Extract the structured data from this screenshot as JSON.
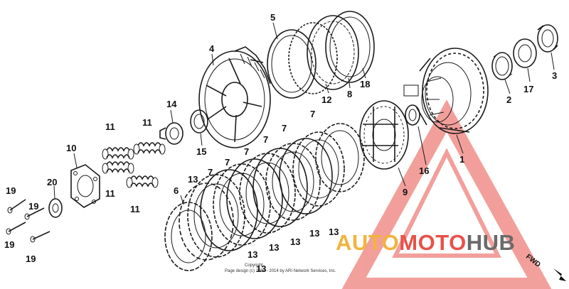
{
  "diagram": {
    "part_labels": {
      "p1": "1",
      "p2": "2",
      "p3": "3",
      "p4": "4",
      "p5": "5",
      "p6": "6",
      "p7a": "7",
      "p7b": "7",
      "p7c": "7",
      "p7d": "7",
      "p7e": "7",
      "p7f": "7",
      "p8": "8",
      "p9": "9",
      "p10": "10",
      "p11a": "11",
      "p11b": "11",
      "p11c": "11",
      "p11d": "11",
      "p12": "12",
      "p13a": "13",
      "p13b": "13",
      "p13c": "13",
      "p13d": "13",
      "p13e": "13",
      "p13f": "13",
      "p13g": "13",
      "p14": "14",
      "p15": "15",
      "p16": "16",
      "p17": "17",
      "p18": "18",
      "p19a": "19",
      "p19b": "19",
      "p19c": "19",
      "p19d": "19",
      "p20": "20"
    },
    "direction_label": "FWD",
    "copyright": {
      "line1": "Copyright",
      "line2": "Page design (c) 2004 - 2014 by ARI Network Services, Inc."
    }
  },
  "watermark": {
    "part1": "AUTO",
    "part2": "MOTO",
    "part3": "HUB",
    "colors": {
      "auto": "#f2b33d",
      "moto": "#e8524a",
      "hub": "#6a6a6a",
      "triangle": "#e8524a"
    }
  }
}
